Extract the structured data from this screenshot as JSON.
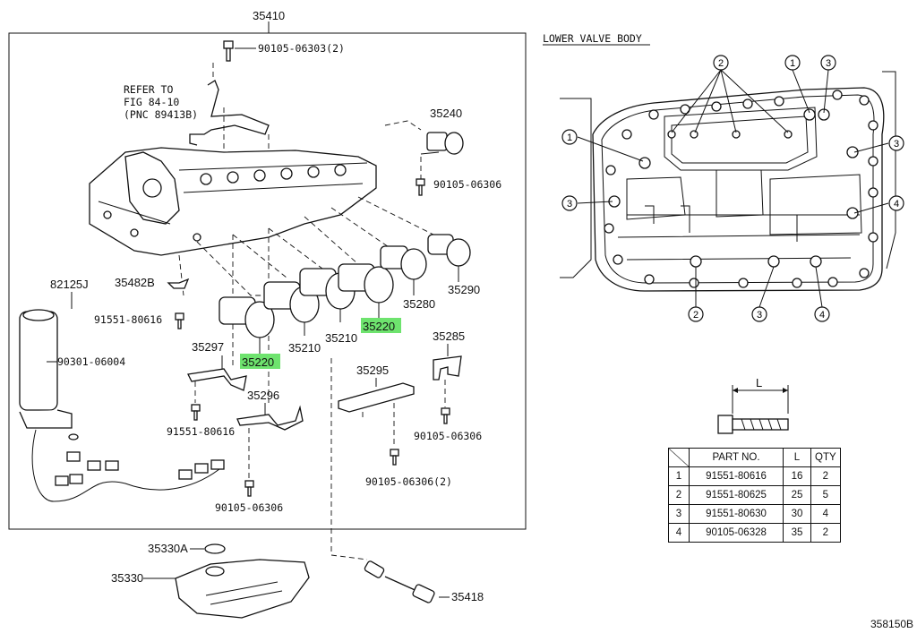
{
  "main_assembly_no": "35410",
  "refer_note": [
    "REFER TO",
    "FIG 84-10",
    "(PNC 89413B)"
  ],
  "section_title": "LOWER VALVE BODY",
  "diagram_id": "358150B",
  "labels": {
    "bolt_top": "90105-06303(2)",
    "solenoid_35240": "35240",
    "bolt_35240": "90105-06306",
    "wire_82125j": "82125J",
    "clip_35482b": "35482B",
    "bolt_91551_a": "91551-80616",
    "oring_90301": "90301-06004",
    "plate_35297": "35297",
    "sol_35220_a": "35220",
    "plate_35296": "35296",
    "bolt_91551_b": "91551-80616",
    "bolt_90105_a": "90105-06306",
    "sol_35210_a": "35210",
    "sol_35210_b": "35210",
    "sol_35220_b": "35220",
    "sol_35280": "35280",
    "sol_35290": "35290",
    "bracket_35285": "35285",
    "bolt_90105_b": "90105-06306",
    "bracket_35295": "35295",
    "bolt_90105_c": "90105-06306(2)",
    "gasket_35330a": "35330A",
    "strainer_35330": "35330",
    "tube_35418": "35418"
  },
  "highlight_color": "#6ee36e",
  "length_label": "L",
  "parts_table": {
    "headers": [
      "PART NO.",
      "L",
      "QTY"
    ],
    "rows": [
      {
        "index": "1",
        "part_no": "91551-80616",
        "l": "16",
        "qty": "2"
      },
      {
        "index": "2",
        "part_no": "91551-80625",
        "l": "25",
        "qty": "5"
      },
      {
        "index": "3",
        "part_no": "91551-80630",
        "l": "30",
        "qty": "4"
      },
      {
        "index": "4",
        "part_no": "90105-06328",
        "l": "35",
        "qty": "2"
      }
    ]
  },
  "callouts": {
    "c2_top": "2",
    "c1_top": "1",
    "c3_top": "3",
    "c1_left": "1",
    "c3_right": "3",
    "c3_left": "3",
    "c4_right": "4",
    "c2_bottom": "2",
    "c3_bottom": "3",
    "c4_bottom": "4"
  }
}
